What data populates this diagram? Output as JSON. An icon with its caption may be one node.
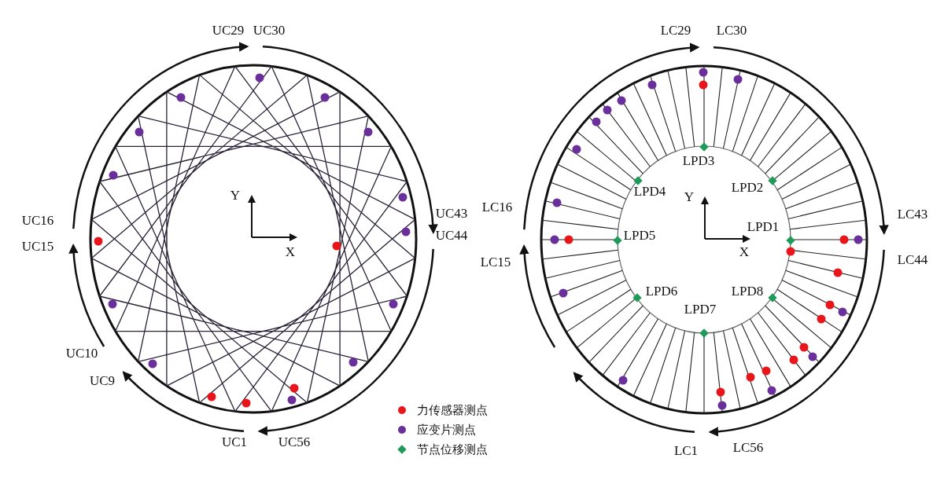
{
  "diagram": {
    "labels": [
      "UC29",
      "UC30",
      "LC29",
      "LC30",
      "UC16",
      "UC15",
      "UC43",
      "UC44",
      "Y",
      "X",
      "LPD3",
      "LPD4",
      "LPD2",
      "Y",
      "LPD1",
      "LPD5",
      "X",
      "LC16",
      "LC15",
      "LC43",
      "LC44",
      "LPD6",
      "LPD8",
      "LPD7",
      "UC10",
      "UC9",
      "UC1",
      "UC56",
      "LC1",
      "LC56"
    ],
    "legend": [
      {
        "text": "力传感器测点",
        "color": "#e8151b"
      },
      {
        "text": "应变片测点",
        "color": "#6a2f9a"
      },
      {
        "text": "节点位移测点",
        "color": "#1e9a5a"
      }
    ]
  }
}
